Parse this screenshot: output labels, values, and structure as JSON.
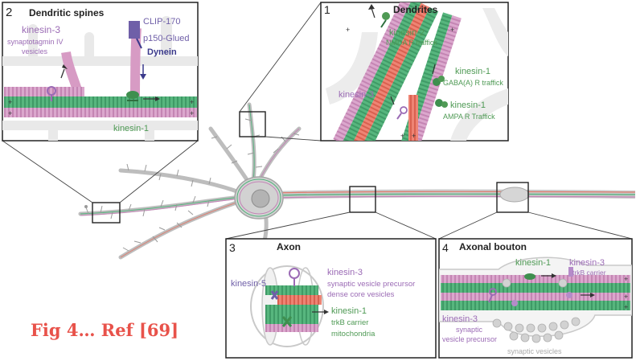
{
  "panels": {
    "spines": {
      "number": "2",
      "title": "Dendritic spines",
      "kinesin3": "kinesin-3",
      "syt_line1": "synaptotagmin IV",
      "syt_line2": "vesicles",
      "clip": "CLIP-170",
      "p150": "p150-Glued",
      "dynein": "Dynein",
      "kinesin1": "kinesin-1"
    },
    "dendrites": {
      "number": "1",
      "title": "Dendrites",
      "kinesin2": "kinesin-2",
      "nmda": "NMDA R traffick",
      "kinesin1a": "kinesin-1",
      "gaba": "GABA(A) R traffick",
      "kinesin3": "kinesin-3",
      "kinesin1b": "kinesin-1",
      "ampa": "AMPA R Traffick"
    },
    "axon": {
      "number": "3",
      "title": "Axon",
      "kinesin5": "kinesin-5",
      "kinesin3": "kinesin-3",
      "svp": "synaptic vesicle precursor",
      "dcv": "dense core vesicles",
      "kinesin1": "kinesin-1",
      "trkb": "trkB carrier",
      "mito": "mitochondria"
    },
    "bouton": {
      "number": "4",
      "title": "Axonal bouton",
      "kinesin1": "kinesin-1",
      "kinesin3_top": "kinesin-3",
      "trkb": "trkB carrier",
      "kinesin3_bottom": "kinesin-3",
      "syn_line1": "synaptic",
      "syn_line2": "vesicle precursor",
      "vesicles": "synaptic vesicles"
    }
  },
  "figure_label": "Fig 4… Ref [69]",
  "colors": {
    "kinesin_purple": "#9b6bb5",
    "kinesin_green": "#4f9a55",
    "dynein": "#3b3a8c",
    "fig_red": "#e8524a",
    "mt_green": "#4fb17a",
    "mt_pink": "#d79bc4",
    "mt_red": "#e8786c"
  },
  "markers": {
    "plus": "+"
  }
}
